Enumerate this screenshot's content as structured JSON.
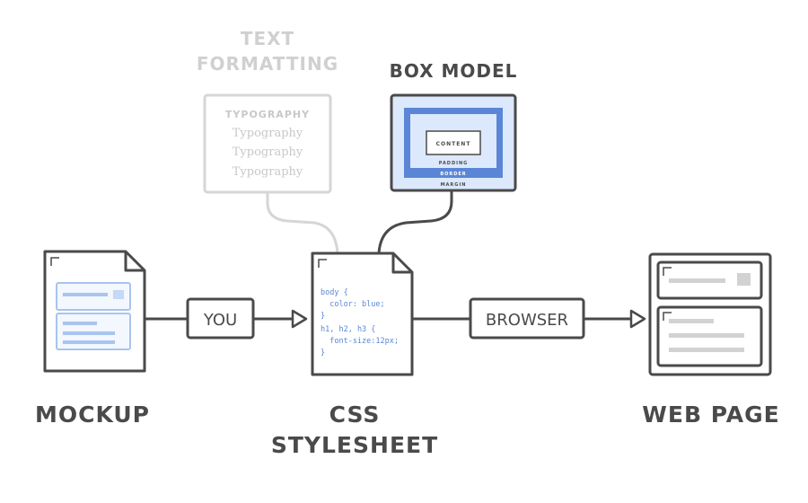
{
  "text_formatting": {
    "title_line1": "TEXT",
    "title_line2": "FORMATTING",
    "samples": [
      "TYPOGRAPHY",
      "Typography",
      "Typography",
      "Typography"
    ]
  },
  "box_model": {
    "title": "BOX MODEL",
    "content_label": "CONTENT",
    "padding_label": "PADDING",
    "border_label": "BORDER",
    "margin_label": "MARGIN"
  },
  "mockup": {
    "label": "MOCKUP"
  },
  "stylesheet": {
    "label_line1": "CSS",
    "label_line2": "STYLESHEET",
    "code_lines": [
      "body {",
      "  color: blue;",
      "}",
      "h1, h2, h3 {",
      "  font-size:12px;",
      "}"
    ]
  },
  "web_page": {
    "label": "WEB PAGE"
  },
  "edges": {
    "you_label": "YOU",
    "browser_label": "BROWSER"
  },
  "colors": {
    "ink": "#4a4a4a",
    "faded": "#d6d6d6",
    "faded_text": "#c8c8c8",
    "blue_border": "#5b86d6",
    "blue_mid": "#9fbff0",
    "blue_light": "#dce8fb",
    "mock_line": "#a9c4ee",
    "code_blue": "#5b86d6",
    "gray_bar": "#d2d2d2"
  }
}
